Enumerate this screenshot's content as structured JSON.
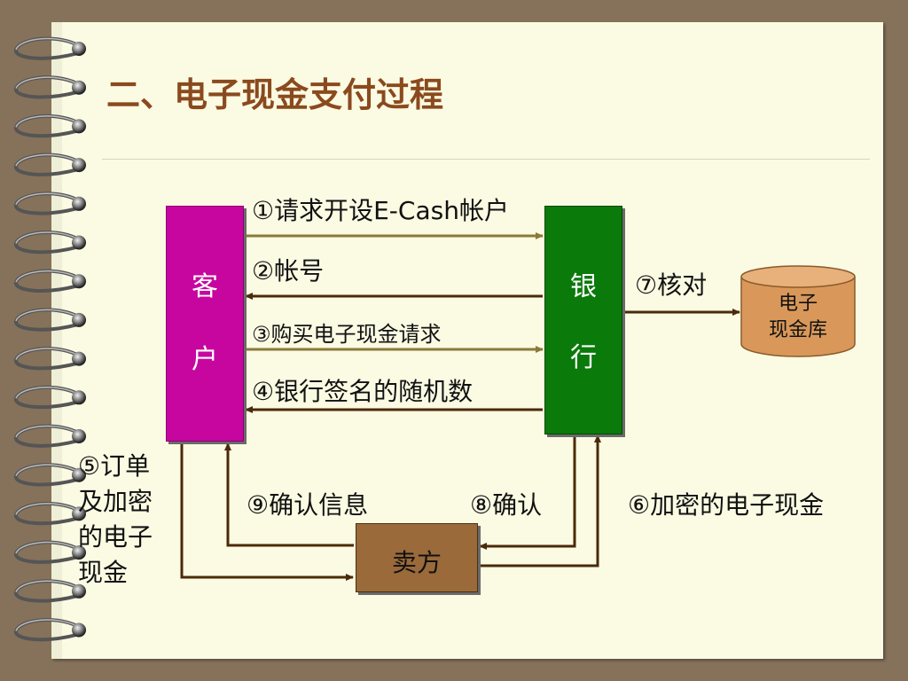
{
  "title": "二、电子现金支付过程",
  "nodes": {
    "customer": [
      "客",
      "户"
    ],
    "bank": [
      "银",
      "行"
    ],
    "seller": "卖方",
    "cash_store": [
      "电子",
      "现金库"
    ]
  },
  "steps": {
    "s1": "①请求开设E-Cash帐户",
    "s2": "②帐号",
    "s3": "③购买电子现金请求",
    "s4": "④银行签名的随机数",
    "s5": "⑤订单及加密的电子现金",
    "s6": "⑥加密的电子现金",
    "s7": "⑦核对",
    "s8": "⑧确认",
    "s9": "⑨确认信息"
  },
  "colors": {
    "customer": "#c7069f",
    "bank": "#0a7a0a",
    "seller": "#9a6a3a",
    "cash_store": "#d9985a",
    "title": "#8a4a1e",
    "arrow_to_bank": "#8a7a3a",
    "arrow_dark": "#4a2a0a"
  }
}
